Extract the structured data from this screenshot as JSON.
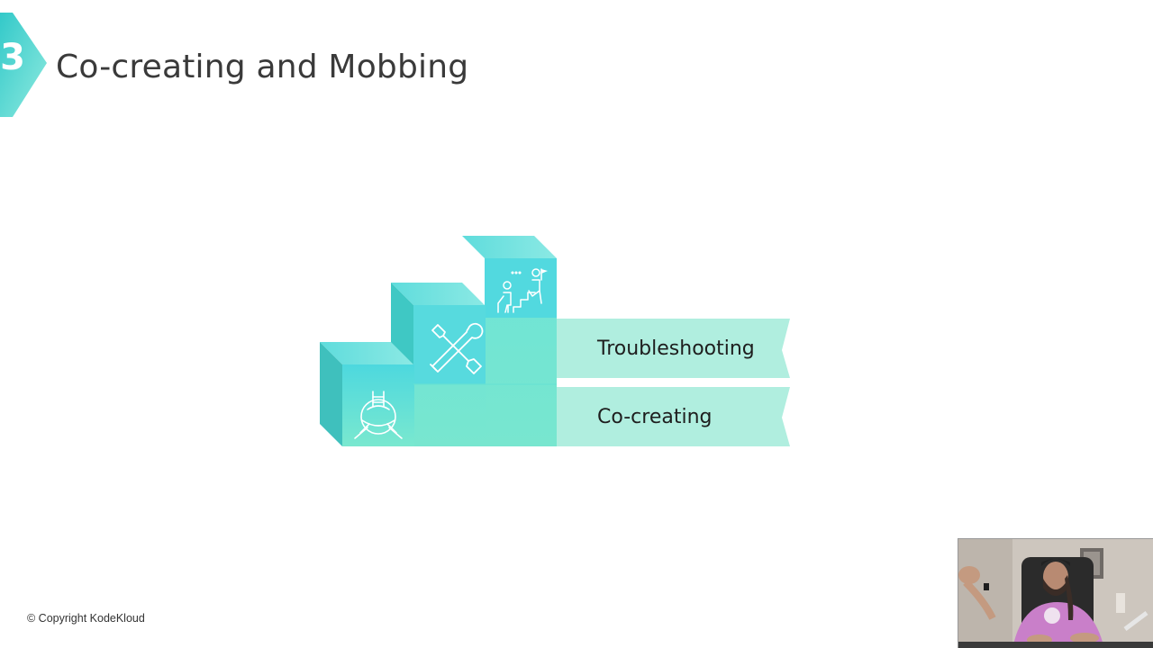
{
  "slide": {
    "section_number": "3",
    "title": "Co-creating and Mobbing"
  },
  "steps": {
    "labels": [
      "Troubleshooting",
      "Co-creating"
    ],
    "icons": [
      "team-hands-icon",
      "wrench-screwdriver-icon",
      "climbing-team-icon"
    ]
  },
  "footer": {
    "copyright": "© Copyright KodeKloud"
  },
  "colors": {
    "accent": "#4fd6d6",
    "ribbon": "#b3eee0",
    "cube_front": "#5fe0d8",
    "cube_top": "#7ee6e6",
    "cube_side": "#3fc3bf"
  }
}
